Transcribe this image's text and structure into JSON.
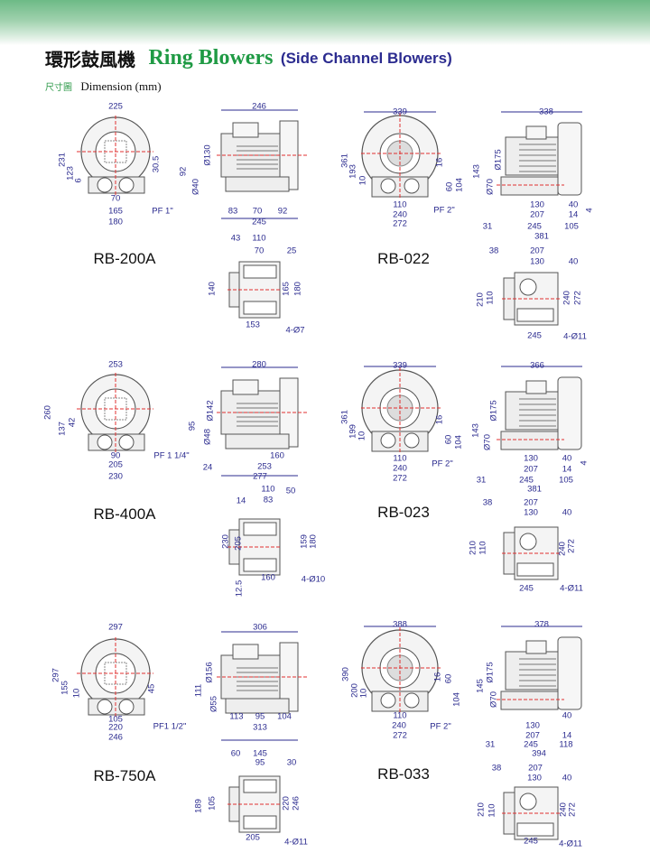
{
  "header": {
    "title_cn": "環形鼓風機",
    "title_en": "Ring Blowers",
    "title_sub": "(Side Channel Blowers)",
    "subtitle_cn": "尺寸圖",
    "subtitle_en": "Dimension (mm)"
  },
  "colors": {
    "accent_green": "#1f9a44",
    "dimension_blue": "#2b2b8f",
    "centerline_red": "#e03030"
  },
  "models": [
    {
      "name": "RB-200A",
      "dims": [
        "225",
        "231",
        "123",
        "6",
        "30.5",
        "70",
        "165",
        "180",
        "PF 1\"",
        "246",
        "Ø130",
        "92",
        "Ø40",
        "83",
        "70",
        "92",
        "245",
        "43",
        "110",
        "70",
        "25",
        "140",
        "165",
        "180",
        "153",
        "4-Ø7"
      ]
    },
    {
      "name": "RB-022",
      "dims": [
        "339",
        "361",
        "193",
        "10",
        "16",
        "60",
        "104",
        "110",
        "240",
        "272",
        "PF 2\"",
        "338",
        "Ø175",
        "143",
        "Ø70",
        "130",
        "40",
        "4",
        "207",
        "14",
        "31",
        "245",
        "105",
        "381",
        "38",
        "207",
        "130",
        "40",
        "210",
        "110",
        "240",
        "272",
        "245",
        "4-Ø11"
      ]
    },
    {
      "name": "RB-400A",
      "dims": [
        "253",
        "260",
        "137",
        "42",
        "90",
        "205",
        "230",
        "PF 1 1/4\"",
        "280",
        "Ø142",
        "95",
        "Ø48",
        "160",
        "24",
        "253",
        "277",
        "14",
        "110",
        "50",
        "83",
        "230",
        "205",
        "159",
        "180",
        "160",
        "4-Ø10",
        "12.5"
      ]
    },
    {
      "name": "RB-023",
      "dims": [
        "339",
        "361",
        "199",
        "10",
        "16",
        "60",
        "104",
        "110",
        "240",
        "272",
        "PF 2\"",
        "366",
        "Ø175",
        "143",
        "Ø70",
        "130",
        "40",
        "4",
        "207",
        "14",
        "31",
        "245",
        "105",
        "381",
        "38",
        "207",
        "130",
        "40",
        "210",
        "110",
        "240",
        "272",
        "245",
        "4-Ø11"
      ]
    },
    {
      "name": "RB-750A",
      "dims": [
        "297",
        "297",
        "155",
        "10",
        "45",
        "105",
        "220",
        "246",
        "PF1 1/2\"",
        "306",
        "Ø156",
        "111",
        "Ø55",
        "113",
        "95",
        "104",
        "313",
        "60",
        "145",
        "95",
        "30",
        "189",
        "105",
        "220",
        "246",
        "205",
        "4-Ø11"
      ]
    },
    {
      "name": "RB-033",
      "dims": [
        "388",
        "390",
        "200",
        "10",
        "16",
        "60",
        "104",
        "110",
        "240",
        "272",
        "PF 2\"",
        "378",
        "Ø175",
        "145",
        "Ø70",
        "40",
        "130",
        "207",
        "14",
        "31",
        "245",
        "118",
        "394",
        "38",
        "207",
        "130",
        "40",
        "210",
        "110",
        "240",
        "272",
        "245",
        "4-Ø11"
      ]
    }
  ]
}
